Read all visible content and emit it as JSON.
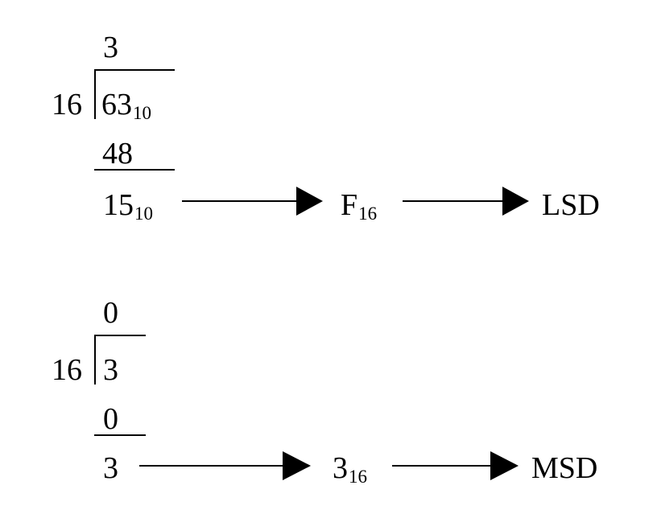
{
  "division_1": {
    "quotient": "3",
    "divisor": "16",
    "dividend": "63",
    "dividend_base": "10",
    "product": "48",
    "remainder": "15",
    "remainder_base": "10",
    "hex_digit": "F",
    "hex_base": "16",
    "position_label": "LSD"
  },
  "division_2": {
    "quotient": "0",
    "divisor": "16",
    "dividend": "3",
    "product": "0",
    "remainder": "3",
    "hex_digit": "3",
    "hex_base": "16",
    "position_label": "MSD"
  }
}
